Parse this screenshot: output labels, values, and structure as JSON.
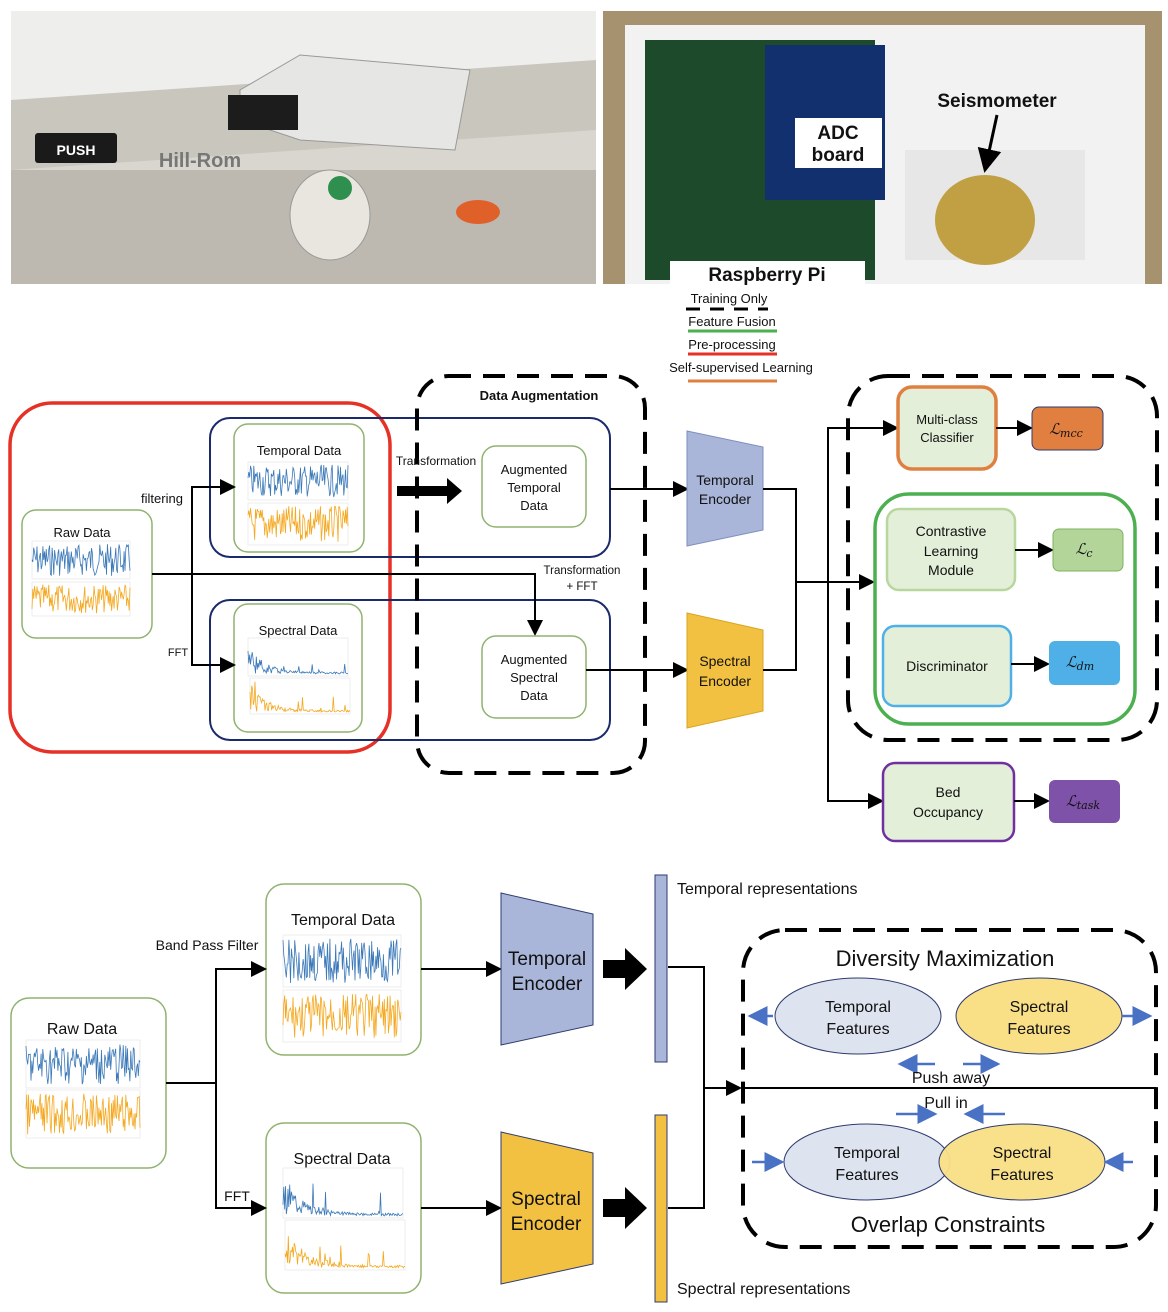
{
  "photos": {
    "push_label": "PUSH",
    "brand_label": "Hill-Rom",
    "adc_label_1": "ADC",
    "adc_label_2": "board",
    "seismometer_label": "Seismometer",
    "raspberry_label": "Raspberry Pi"
  },
  "legend": [
    {
      "label": "Training Only",
      "style": "dashed",
      "color": "#000000"
    },
    {
      "label": "Feature Fusion",
      "style": "solid",
      "color": "#4caf50"
    },
    {
      "label": "Pre-processing",
      "style": "solid",
      "color": "#e53126"
    },
    {
      "label": "Self-supervised Learning",
      "style": "solid",
      "color": "#e08040"
    }
  ],
  "middle": {
    "raw_data": "Raw Data",
    "temporal_data": "Temporal Data",
    "spectral_data": "Spectral Data",
    "filtering": "filtering",
    "fft": "FFT",
    "data_augmentation": "Data Augmentation",
    "transformation": "Transformation",
    "transformation_fft_1": "Transformation",
    "transformation_fft_2": "+ FFT",
    "aug_temporal": [
      "Augmented",
      "Temporal",
      "Data"
    ],
    "aug_spectral": [
      "Augmented",
      "Spectral",
      "Data"
    ],
    "temporal_encoder": [
      "Temporal",
      "Encoder"
    ],
    "spectral_encoder": [
      "Spectral",
      "Encoder"
    ],
    "multiclass": [
      "Multi-class",
      "Classifier"
    ],
    "contrastive": [
      "Contrastive",
      "Learning",
      "Module"
    ],
    "discriminator": "Discriminator",
    "bed": [
      "Bed",
      "Occupancy"
    ],
    "loss_mcc": {
      "base": "ℒ",
      "sub": "mcc"
    },
    "loss_c": {
      "base": "ℒ",
      "sub": "c"
    },
    "loss_dm": {
      "base": "ℒ",
      "sub": "dm"
    },
    "loss_task": {
      "base": "ℒ",
      "sub": "task"
    }
  },
  "bottom": {
    "raw_data": "Raw Data",
    "temporal_data": "Temporal Data",
    "spectral_data": "Spectral Data",
    "band_pass": "Band Pass Filter",
    "fft": "FFT",
    "temporal_encoder": [
      "Temporal",
      "Encoder"
    ],
    "spectral_encoder": [
      "Spectral",
      "Encoder"
    ],
    "temporal_repr": "Temporal representations",
    "spectral_repr": "Spectral representations",
    "diversity": "Diversity Maximization",
    "overlap": "Overlap Constraints",
    "temporal_features": [
      "Temporal",
      "Features"
    ],
    "spectral_features": [
      "Spectral",
      "Features"
    ],
    "push_away": "Push away",
    "pull_in": "Pull in"
  },
  "colors": {
    "temporal_signal": "#3a78b8",
    "spectral_signal": "#f4a820",
    "temporal_encoder": "#a9b6d9",
    "spectral_encoder": "#f3c141"
  }
}
